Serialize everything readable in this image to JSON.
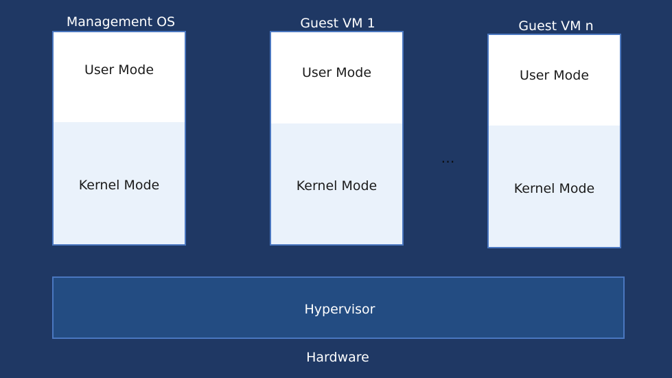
{
  "colors": {
    "background": "#1f3864",
    "box_border": "#4a77c0",
    "user_mode_fill": "#ffffff",
    "kernel_mode_fill": "#eaf2fb",
    "hypervisor_fill": "#234c82"
  },
  "vms": [
    {
      "title": "Management OS",
      "user_label": "User Mode",
      "kernel_label": "Kernel Mode"
    },
    {
      "title": "Guest VM 1",
      "user_label": "User Mode",
      "kernel_label": "Kernel Mode"
    },
    {
      "title": "Guest VM n",
      "user_label": "User Mode",
      "kernel_label": "Kernel Mode"
    }
  ],
  "ellipsis": "…",
  "hypervisor": {
    "label": "Hypervisor"
  },
  "hardware": {
    "label": "Hardware"
  }
}
